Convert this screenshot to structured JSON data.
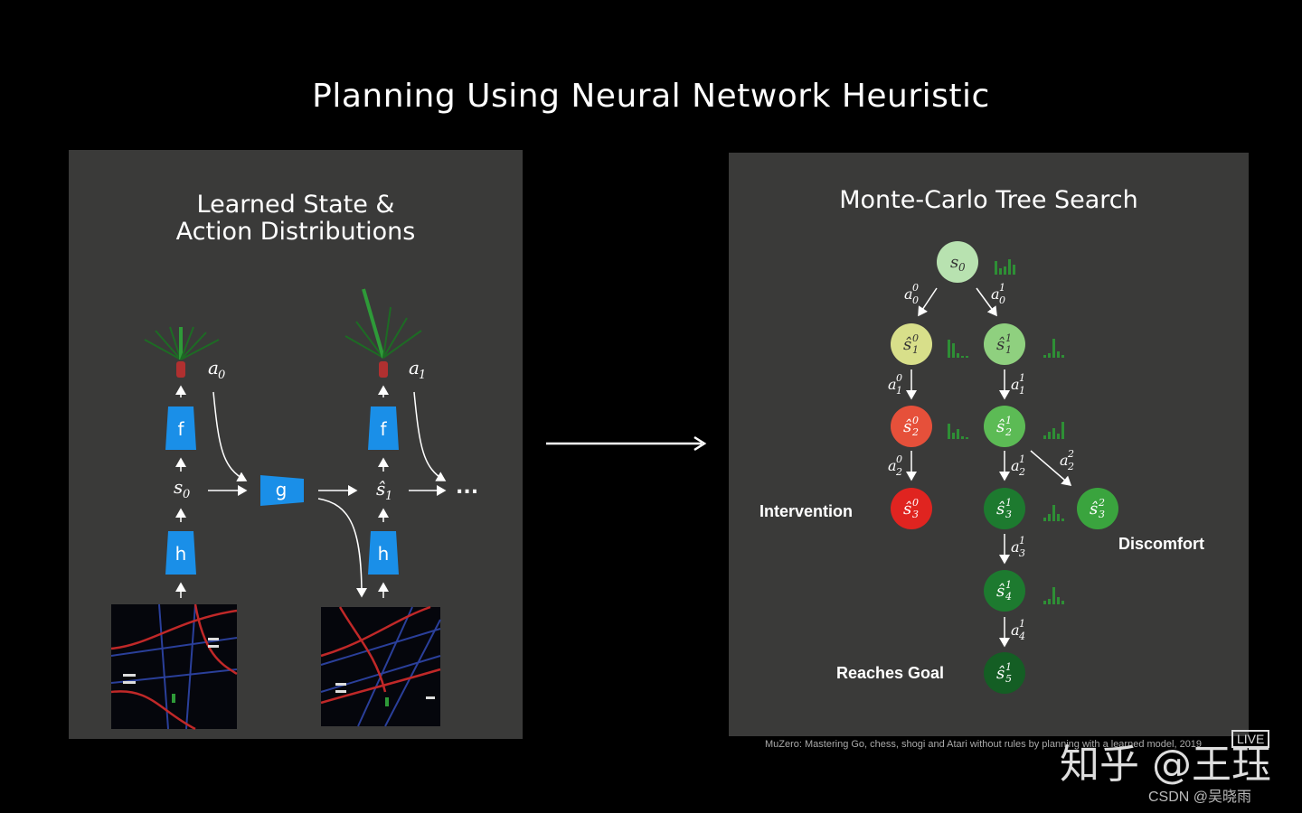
{
  "title": "Planning Using Neural Network Heuristic",
  "left_panel": {
    "title_line1": "Learned State &",
    "title_line2": "Action Distributions",
    "blocks": {
      "f": "f",
      "g": "g",
      "h": "h"
    },
    "ellipsis": "..."
  },
  "right_panel": {
    "title": "Monte-Carlo Tree Search",
    "labels": {
      "intervention": "Intervention",
      "discomfort": "Discomfort",
      "reaches_goal": "Reaches Goal"
    }
  },
  "colors": {
    "block_blue": "#1a8fe8",
    "node_s0": "#b8e2b0",
    "node_s1_0": "#d8df8a",
    "node_s2_0": "#e6503a",
    "node_s3_0": "#e02420",
    "node_light_green": "#8fd07f",
    "node_mid_green": "#5cbb55",
    "node_green": "#3aa43e",
    "node_dark_green": "#1d7a2f",
    "node_darkest_green": "#145e24"
  },
  "caption": "MuZero: Mastering Go, chess, shogi and Atari without rules by planning with a learned model, 2019",
  "watermark": "知乎 @王珏",
  "badge": "LIVE",
  "csdn": "CSDN @吴晓雨"
}
